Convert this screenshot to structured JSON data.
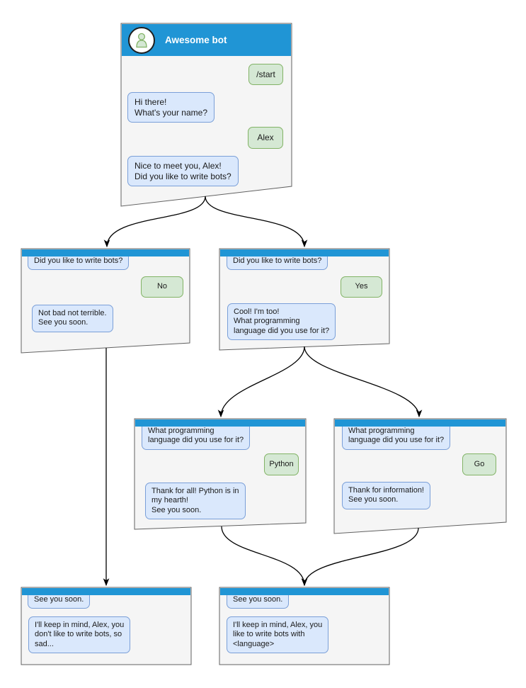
{
  "colors": {
    "header_blue": "#2095d5",
    "window_bg": "#f5f5f5",
    "window_border": "#616161",
    "bot_fill": "#dae8fc",
    "bot_stroke": "#7a9fd8",
    "user_fill": "#d5e8d4",
    "user_stroke": "#82b366",
    "arrow": "#000000",
    "text": "#1a1a1a",
    "title_text": "#ffffff",
    "avatar_bg": "#ffffff",
    "avatar_border": "#1f1f1f"
  },
  "root": {
    "title": "Awesome bot",
    "avatar_icon": "person-icon",
    "bubbles": [
      {
        "from": "user",
        "text": "/start"
      },
      {
        "from": "bot",
        "text": "Hi there!\nWhat's your name?"
      },
      {
        "from": "user",
        "text": "Alex"
      },
      {
        "from": "bot",
        "text": "Nice to meet you, Alex!\nDid you like to write bots?"
      }
    ]
  },
  "branch_no": {
    "bubbles": [
      {
        "from": "bot",
        "text": "Did you like to write bots?"
      },
      {
        "from": "user",
        "text": "No"
      },
      {
        "from": "bot",
        "text": "Not bad not terrible.\nSee you soon."
      }
    ]
  },
  "branch_yes": {
    "bubbles": [
      {
        "from": "bot",
        "text": "Did you like to write bots?"
      },
      {
        "from": "user",
        "text": "Yes"
      },
      {
        "from": "bot",
        "text": "Cool! I'm too!\nWhat programming\nlanguage did you use for it?"
      }
    ]
  },
  "branch_python": {
    "bubbles": [
      {
        "from": "bot",
        "text": "What programming\nlanguage did you use for it?"
      },
      {
        "from": "user",
        "text": "Python"
      },
      {
        "from": "bot",
        "text": "Thank for all! Python is in\nmy hearth!\nSee you soon."
      }
    ]
  },
  "branch_go": {
    "bubbles": [
      {
        "from": "bot",
        "text": "What programming\nlanguage did you use for it?"
      },
      {
        "from": "user",
        "text": "Go"
      },
      {
        "from": "bot",
        "text": "Thank for information!\nSee you soon."
      }
    ]
  },
  "final_no": {
    "bubbles": [
      {
        "from": "bot",
        "text": "See you soon."
      },
      {
        "from": "bot",
        "text": "I'll keep in mind, Alex, you\ndon't like to write bots, so\nsad..."
      }
    ]
  },
  "final_language": {
    "bubbles": [
      {
        "from": "bot",
        "text": "See you soon."
      },
      {
        "from": "bot",
        "text": "I'll keep in mind, Alex, you\nlike to write bots with\n<language>"
      }
    ]
  }
}
